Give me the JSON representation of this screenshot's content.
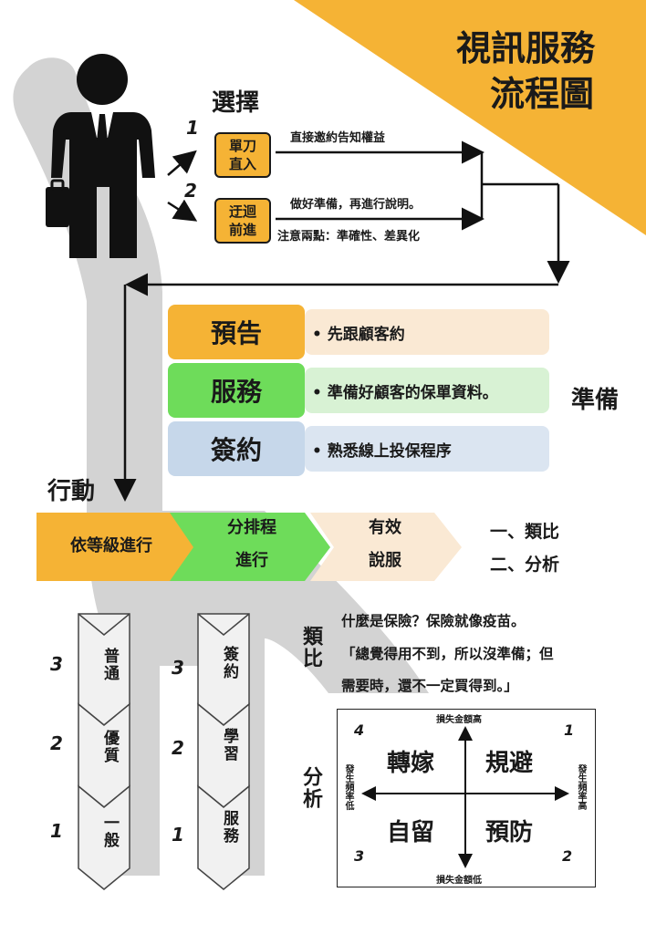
{
  "title": {
    "line1": "視訊服務",
    "line2": "流程圖"
  },
  "select": {
    "heading": "選擇",
    "opt1": {
      "num": "1",
      "l1": "單刀",
      "l2": "直入",
      "note": "直接邀約告知權益"
    },
    "opt2": {
      "num": "2",
      "l1": "迂迴",
      "l2": "前進",
      "note1": "做好準備，再進行說明。",
      "note2": "注意兩點：準確性、差異化"
    }
  },
  "prepare": {
    "heading": "準備",
    "rows": [
      {
        "label": "預告",
        "text": "先跟顧客約"
      },
      {
        "label": "服務",
        "text": "準備好顧客的保單資料。"
      },
      {
        "label": "簽約",
        "text": "熟悉線上投保程序"
      }
    ]
  },
  "action": {
    "heading": "行動",
    "seg1": "依等級進行",
    "seg2_l1": "分排程",
    "seg2_l2": "進行",
    "seg3_l1": "有效",
    "seg3_l2": "說服",
    "list1": "一、類比",
    "list2": "二、分析"
  },
  "levels_left": [
    {
      "num": "3",
      "text": "普通"
    },
    {
      "num": "2",
      "text": "優質"
    },
    {
      "num": "1",
      "text": "一般"
    }
  ],
  "levels_right": [
    {
      "num": "3",
      "text": "簽約"
    },
    {
      "num": "2",
      "text": "學習"
    },
    {
      "num": "1",
      "text": "服務"
    }
  ],
  "analogy": {
    "label": "類比",
    "line1": "什麼是保險？保險就像疫苗。",
    "line2": "「總覺得用不到，所以沒準備；但",
    "line3": "需要時，還不一定買得到。」"
  },
  "analysis": {
    "label": "分析",
    "top": "損失金額高",
    "bottom": "損失金額低",
    "left": "發生頻率低",
    "right": "發生頻率高",
    "q_tl": "轉嫁",
    "q_tr": "規避",
    "q_bl": "自留",
    "q_br": "預防",
    "n_tl": "4",
    "n_tr": "1",
    "n_bl": "3",
    "n_br": "2"
  },
  "colors": {
    "orange": "#f5b335",
    "green": "#6edc5a",
    "blue": "#c6d7ea",
    "peach": "#fae9d4",
    "mint": "#d8f2d4",
    "lightblue": "#dbe5f1",
    "gray": "#d3d3d3"
  }
}
